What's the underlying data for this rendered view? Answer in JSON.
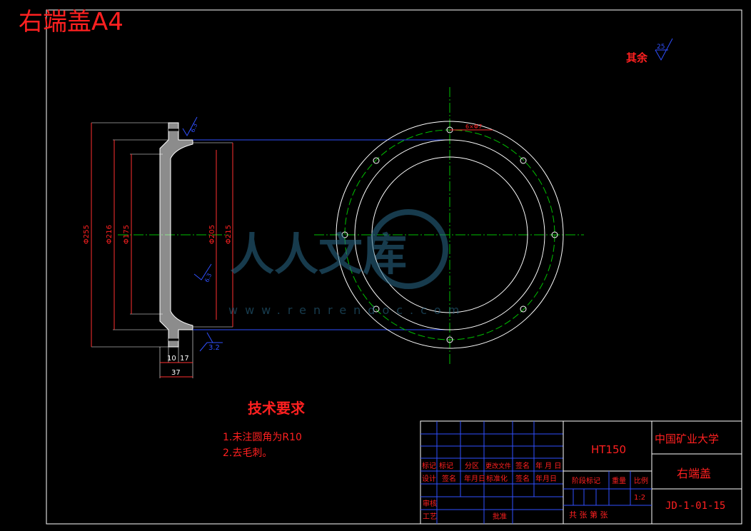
{
  "drawing": {
    "sheet_title": "右端盖A4",
    "roughness_label": "其余",
    "roughness_value": "25",
    "hole_note": "6×Φ7"
  },
  "section_view": {
    "dims": {
      "d255": "Φ255",
      "d216": "Φ216",
      "d175": "Φ175",
      "d205": "Φ205",
      "d215": "Φ215",
      "w10": "10",
      "w17": "17",
      "w37": "37"
    },
    "roughness_marks": [
      "6.3",
      "6.3",
      "3.2"
    ]
  },
  "tech_requirements": {
    "heading": "技术要求",
    "items": [
      "1.未注圆角为R10",
      "2.去毛刺。"
    ]
  },
  "title_block": {
    "material": "HT150",
    "company": "中国矿业大学",
    "part_name": "右端盖",
    "drawing_no": "JD-1-01-15",
    "scale": "1:2",
    "row_labels": [
      "标记",
      "标记",
      "分区",
      "更改文件",
      "签名",
      "年 月 日"
    ],
    "row2_labels": [
      "设计",
      "签名",
      "年月日",
      "标准化",
      "签名",
      "年月日"
    ],
    "stage_label": "阶段标记",
    "weight_label": "重量",
    "ratio_label": "比例",
    "review_label": "审核",
    "process_label": "工艺",
    "approve_label": "批准",
    "sheet_label": "共  张  第  张"
  },
  "watermark": {
    "brand": "人人文库",
    "url": "www.renrendoc.com"
  }
}
